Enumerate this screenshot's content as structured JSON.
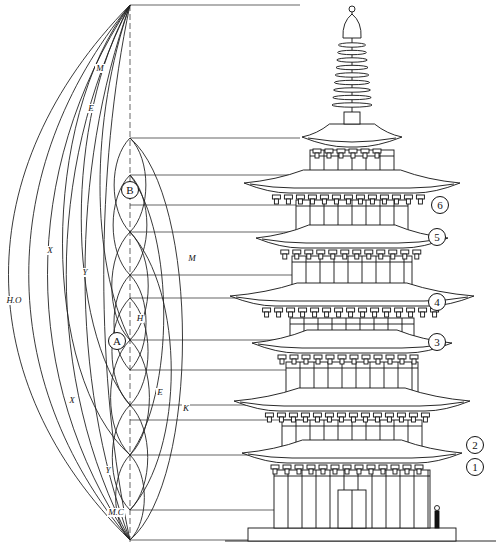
{
  "diagram": {
    "nodes": [
      {
        "text": [
          "1"
        ]
      },
      {
        "text": [
          "2"
        ]
      },
      {
        "text": [
          "3"
        ]
      },
      {
        "text": [
          "4"
        ]
      },
      {
        "text": [
          "5"
        ]
      },
      {
        "text": [
          "6"
        ]
      },
      {
        "text": [
          "A"
        ]
      },
      {
        "text": [
          "B"
        ]
      }
    ],
    "labels": [
      "H.O",
      "M.C",
      "M",
      "E",
      "X",
      "Y",
      "H",
      "M",
      "E",
      "K",
      "Y",
      "X"
    ]
  }
}
